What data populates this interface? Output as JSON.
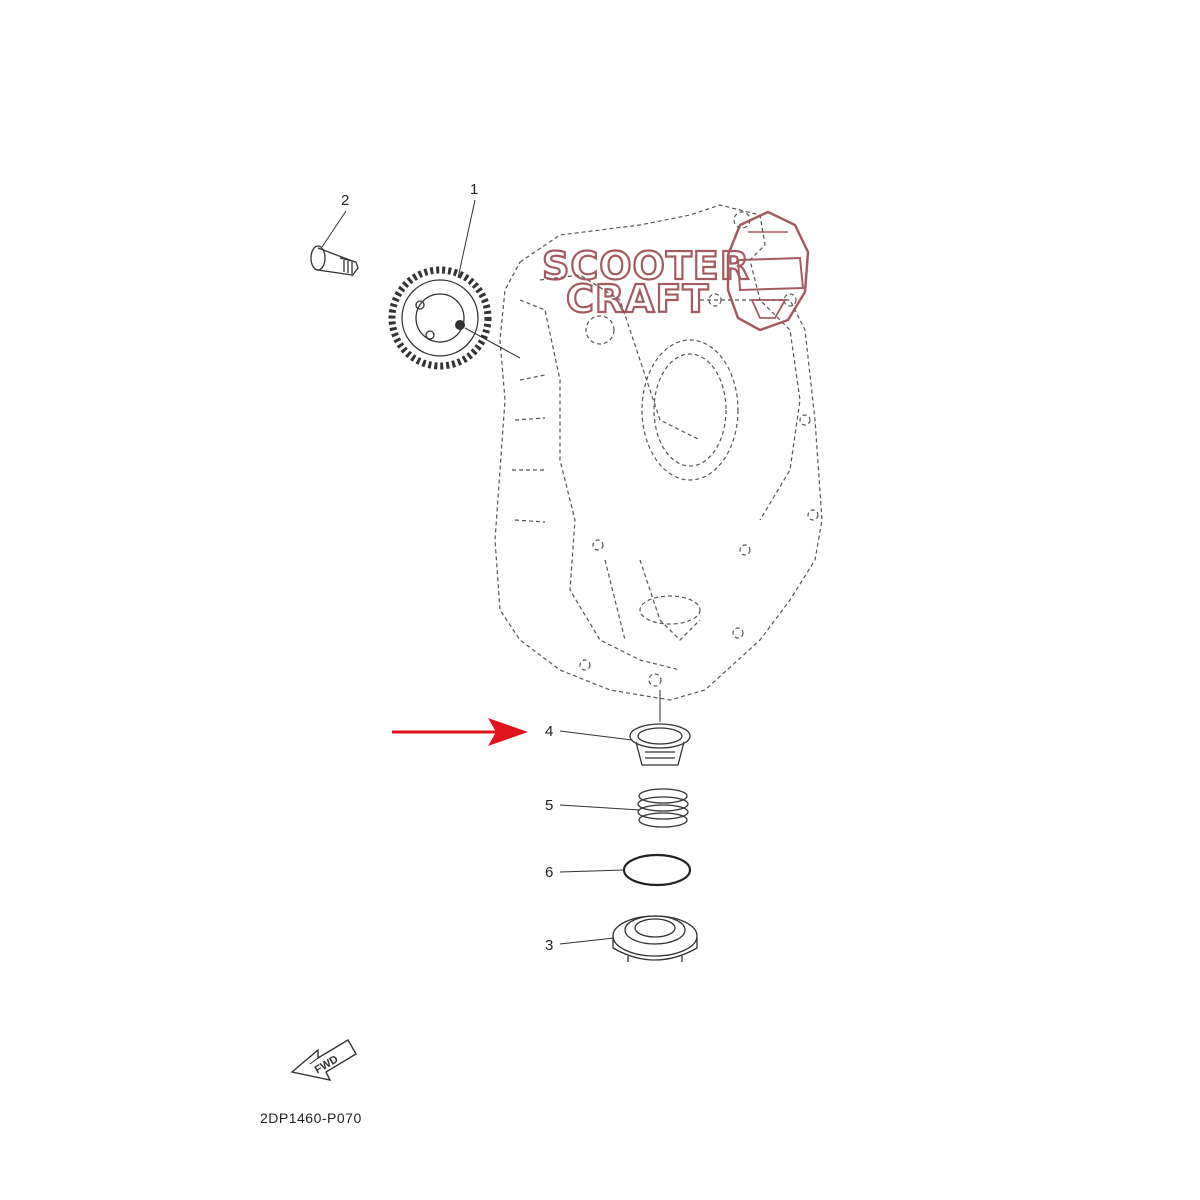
{
  "watermark": {
    "line1": "SCOOTER",
    "line2": "CRAFT",
    "color": "#9b4a4f"
  },
  "callouts": {
    "part1": "1",
    "part2": "2",
    "part3": "3",
    "part4": "4",
    "part5": "5",
    "part6": "6"
  },
  "highlight_arrow_color": "#e0151b",
  "fwd_label": "FWD",
  "diagram_code": "2DP1460-P070"
}
